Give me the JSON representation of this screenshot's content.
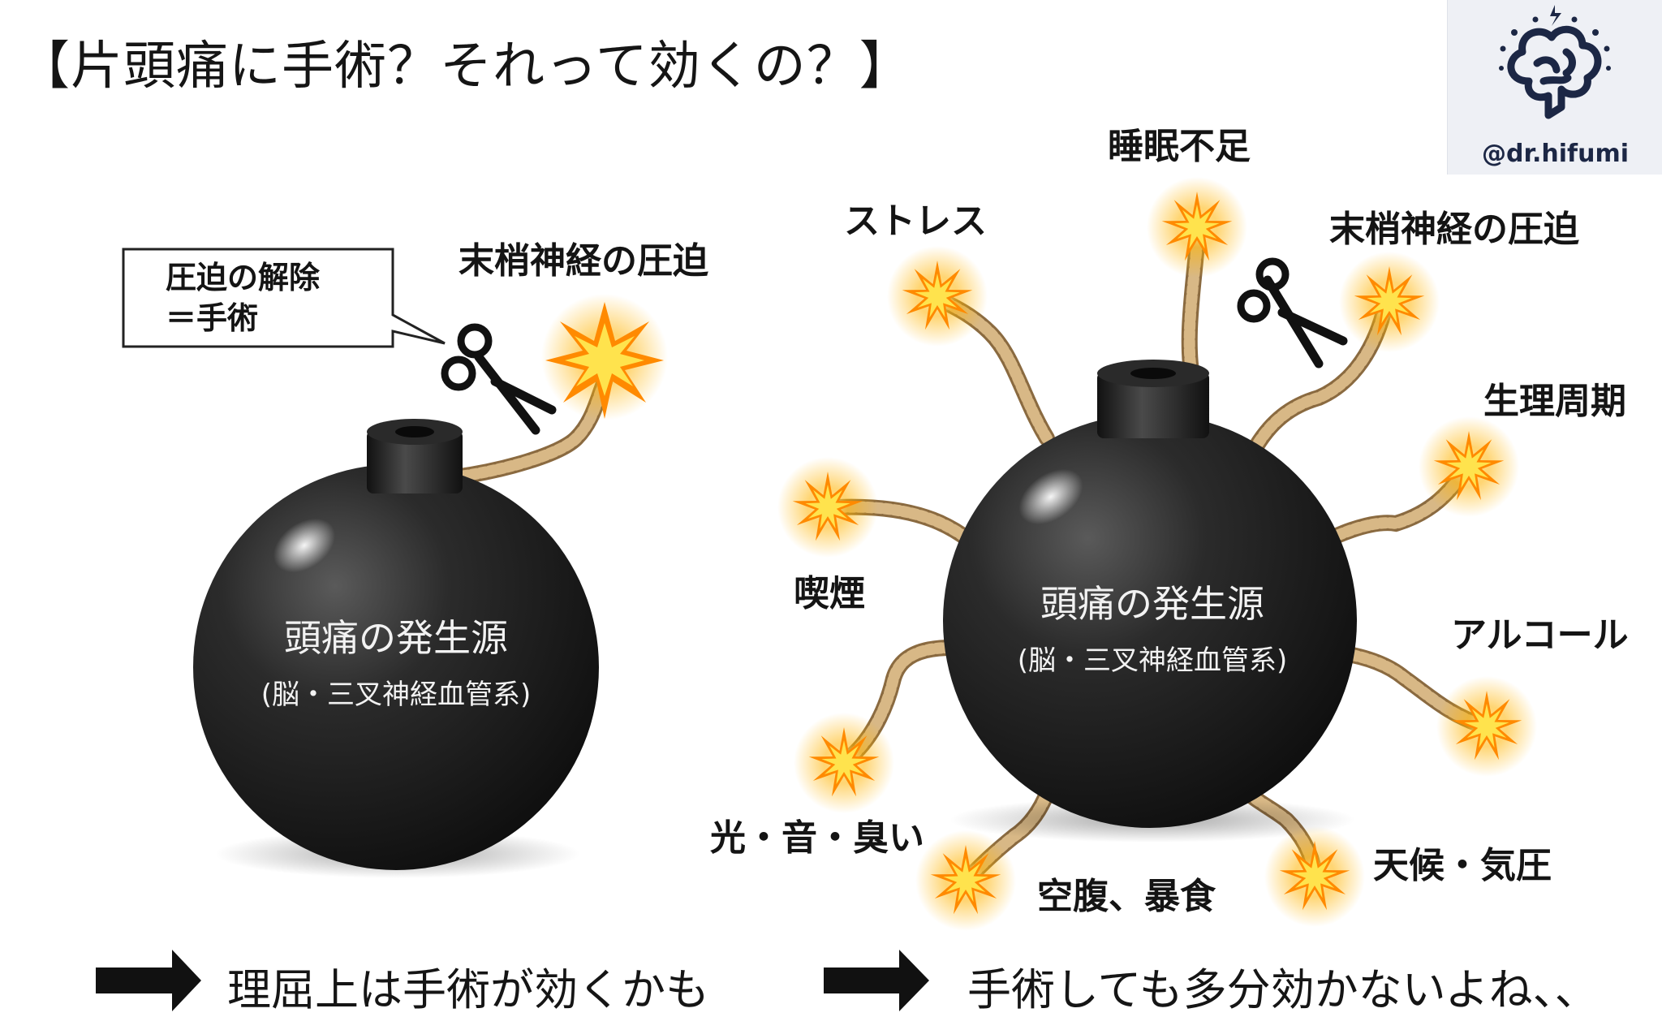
{
  "title": "【片頭痛に手術？それって効くの？】",
  "logo": {
    "handle": "@dr.hifumi",
    "icon": "brain-icon"
  },
  "left_diagram": {
    "callout_lines": [
      "圧迫の解除",
      "＝手術"
    ],
    "trigger_label": "末梢神経の圧迫",
    "bomb_label": "頭痛の発生源",
    "bomb_sublabel": "(脳・三叉神経血管系)"
  },
  "right_diagram": {
    "bomb_label": "頭痛の発生源",
    "bomb_sublabel": "(脳・三叉神経血管系)",
    "triggers": {
      "sleep": "睡眠不足",
      "stress": "ストレス",
      "nerve": "末梢神経の圧迫",
      "menstrual": "生理周期",
      "smoking": "喫煙",
      "alcohol": "アルコール",
      "sensory": "光・音・臭い",
      "hunger": "空腹、暴食",
      "weather": "天候・気圧"
    }
  },
  "conclusions": {
    "left": "理屈上は手術が効くかも",
    "right": "手術しても多分効かないよね、、"
  },
  "colors": {
    "bomb": "#222222",
    "fuse": "#c9a573",
    "spark": "#ffb300",
    "arrow": "#111111"
  }
}
